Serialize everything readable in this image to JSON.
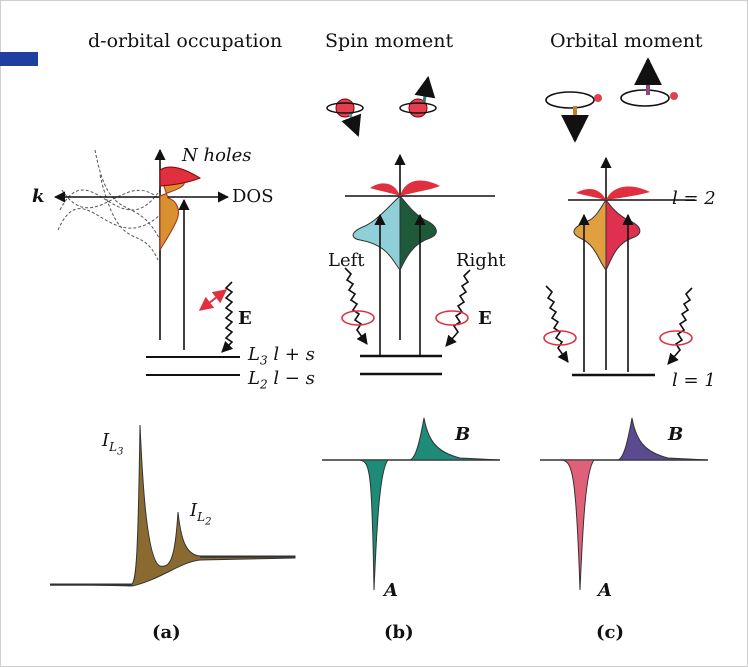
{
  "headers": {
    "a": "d-orbital occupation",
    "b": "Spin moment",
    "c": "Orbital moment"
  },
  "panel_a": {
    "n_holes": "N holes",
    "k": "k",
    "dos": "DOS",
    "efield": "E",
    "l3": "L",
    "l3_sub": "3",
    "l3_term": "l + s",
    "l2": "L",
    "l2_sub": "2",
    "l2_term": "l − s",
    "peak_l3": "I",
    "peak_l3_sub": "L",
    "peak_l3_subsub": "3",
    "peak_l2": "I",
    "peak_l2_sub": "L",
    "peak_l2_subsub": "2"
  },
  "panel_b": {
    "left": "Left",
    "right": "Right",
    "efield": "E",
    "peak_a": "A",
    "peak_b": "B"
  },
  "panel_c": {
    "l_upper": "l = 2",
    "l_lower": "l = 1",
    "peak_a": "A",
    "peak_b": "B"
  },
  "captions": {
    "a": "(a)",
    "b": "(b)",
    "c": "(c)"
  },
  "colors": {
    "accent_bar": "#1f3fa0",
    "brown_fill": "#8a6a30",
    "teal_fill": "#1e8a78",
    "pink_fill": "#e0607a",
    "purple_fill": "#5a4a90",
    "orange_fill": "#e0a040",
    "light_blue_fill": "#8fd0d8",
    "red_fill": "#e03040",
    "dark_green_fill": "#1e5a3a"
  }
}
